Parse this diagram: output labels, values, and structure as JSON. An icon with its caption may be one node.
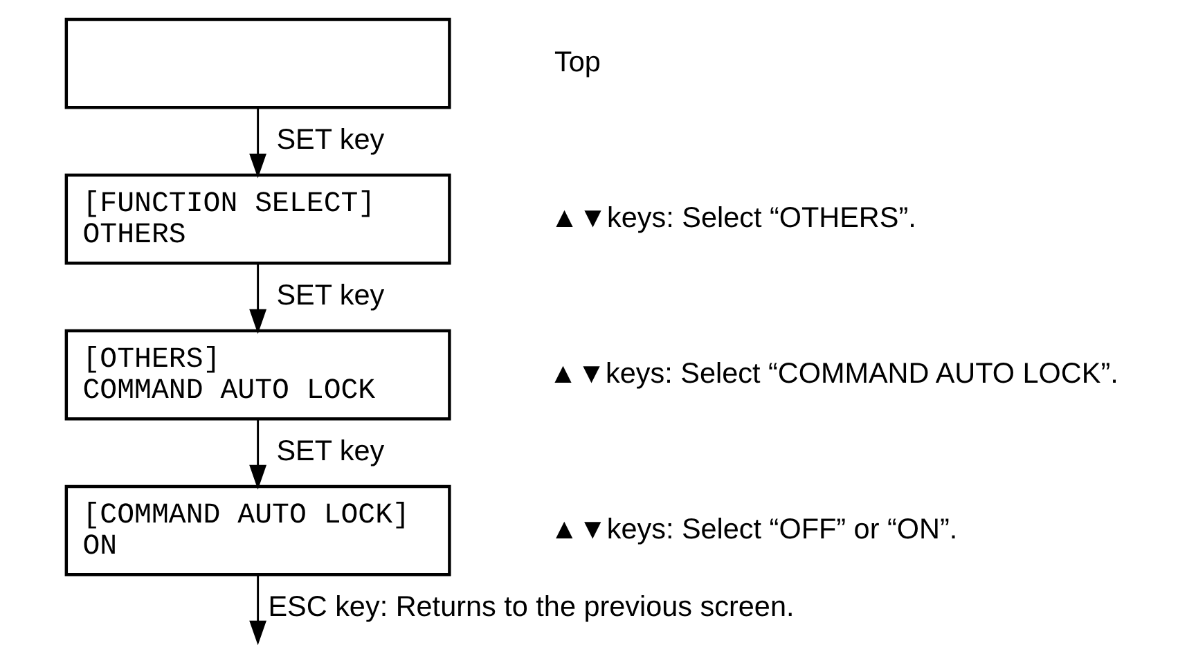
{
  "diagram": {
    "nodes": [
      {
        "text": [],
        "shape": "box",
        "beside": [
          "Top"
        ]
      },
      {
        "text": [
          "[FUNCTION SELECT]",
          "OTHERS"
        ],
        "beside": [
          "▲▼keys: Select “OTHERS”."
        ]
      },
      {
        "text": [
          "[OTHERS]",
          "COMMAND AUTO LOCK"
        ],
        "beside": [
          "▲▼keys: Select “COMMAND AUTO LOCK”."
        ]
      },
      {
        "text": [
          "[COMMAND AUTO LOCK]",
          "ON"
        ],
        "beside": [
          "▲▼keys: Select “OFF” or “ON”."
        ]
      }
    ],
    "edges": [
      {
        "from": 0,
        "to": 1,
        "arrow": "to",
        "label": "SET key"
      },
      {
        "from": 1,
        "to": 2,
        "arrow": "to",
        "label": "SET key"
      },
      {
        "from": 2,
        "to": 3,
        "arrow": "to",
        "label": "SET key"
      },
      {
        "from": 3,
        "to": null,
        "arrow": "to",
        "label": "ESC key: Returns to the previous screen."
      }
    ]
  }
}
